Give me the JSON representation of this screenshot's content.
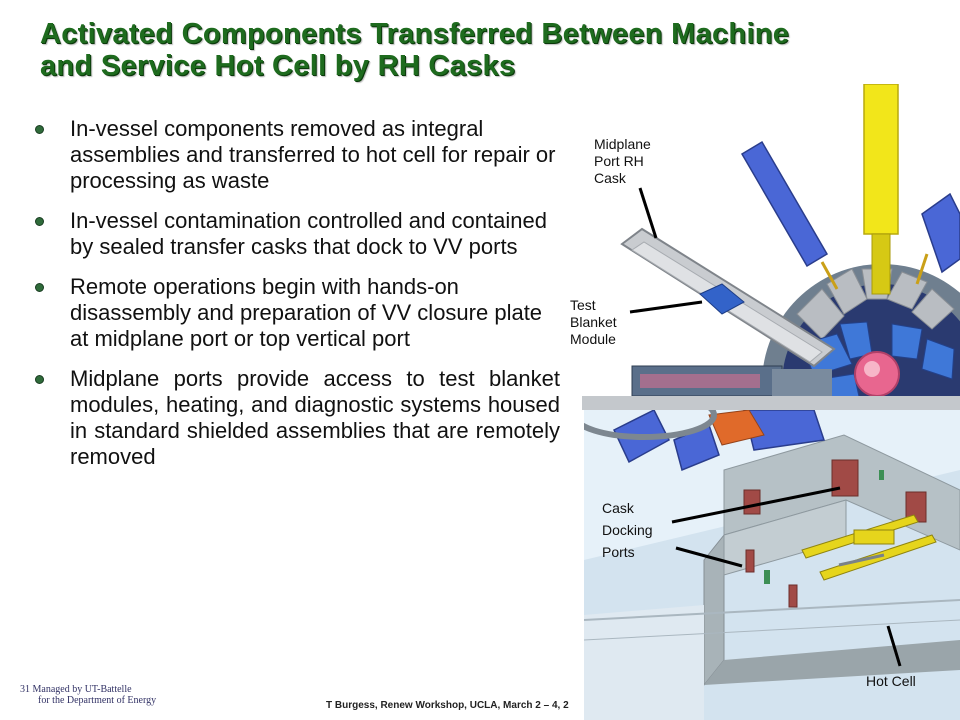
{
  "slide": {
    "title_line1": "Activated Components Transferred Between Machine",
    "title_line2": "and Service Hot Cell by RH Casks",
    "bullets": [
      "In-vessel components removed as integral assemblies and transferred to hot cell for repair or processing as waste",
      "In-vessel contamination controlled and contained by sealed transfer casks that dock to VV ports",
      "Remote operations begin with hands-on disassembly and preparation of VV closure plate at midplane port or top vertical port",
      "Midplane ports provide access to test blanket modules, heating, and diagnostic systems housed in standard shielded assemblies that are remotely removed"
    ]
  },
  "labels": {
    "midplane_cask": [
      "Midplane",
      "Port RH",
      "Cask"
    ],
    "test_blanket": [
      "Test",
      "Blanket",
      "Module"
    ],
    "cask_docking": [
      "Cask",
      "Docking",
      "Ports"
    ],
    "hot_cell": "Hot Cell"
  },
  "footer": {
    "page_number": "31",
    "managed_by": "Managed by UT-Battelle",
    "for_doe": "for the Department of Energy",
    "citation": "T Burgess, Renew Workshop, UCLA, March 2 – 4, 2"
  },
  "colors": {
    "title": "#1e6b1e",
    "bullet_dot": "#2f6b3a",
    "cask_blue": "#4a67d6",
    "port_yellow": "#f2e61a",
    "hot_cell_wall": "#a8b3b8"
  }
}
